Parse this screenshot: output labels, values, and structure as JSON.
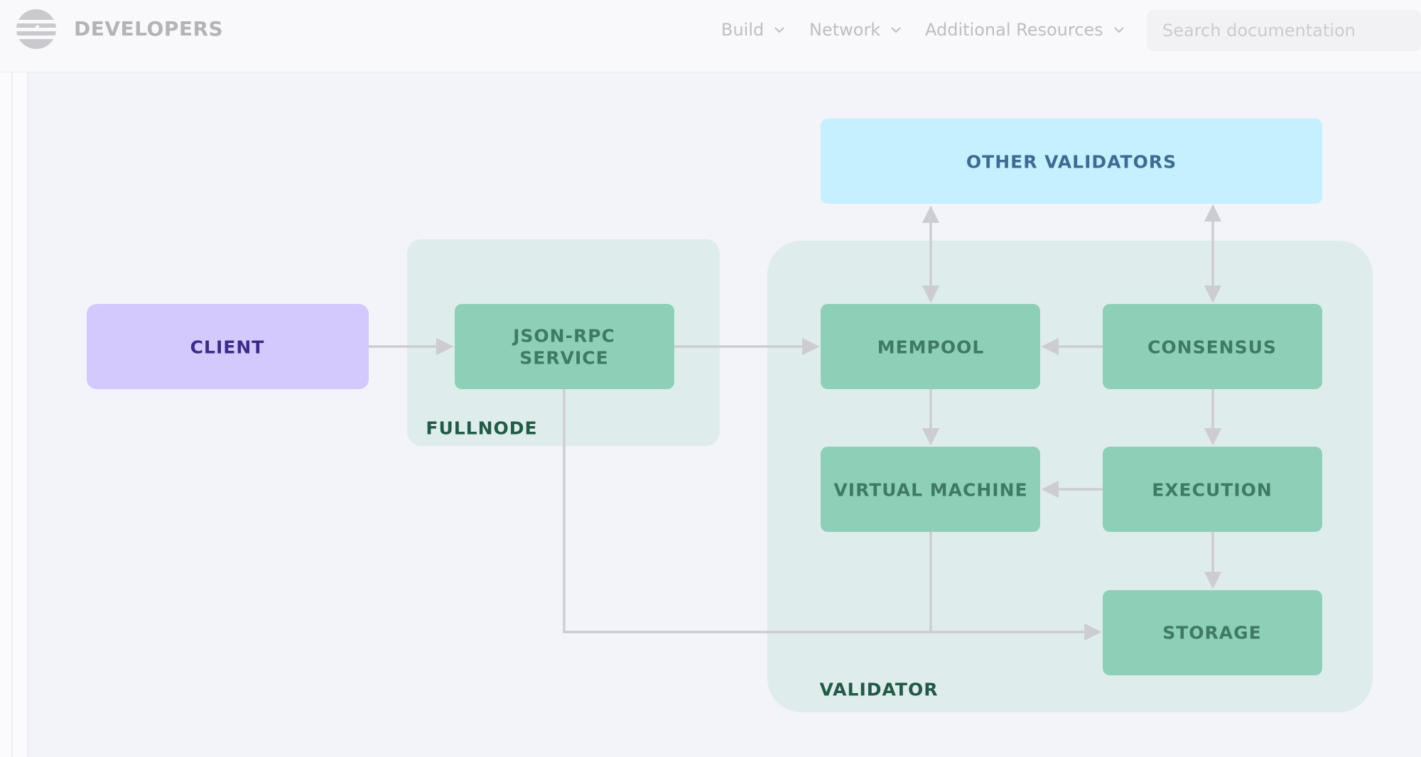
{
  "header": {
    "brand": "DEVELOPERS",
    "nav": [
      {
        "label": "Build"
      },
      {
        "label": "Network"
      },
      {
        "label": "Additional Resources"
      }
    ],
    "search": {
      "placeholder": "Search documentation"
    }
  },
  "diagram": {
    "groups": {
      "fullnode": "FULLNODE",
      "validator": "VALIDATOR"
    },
    "nodes": {
      "client": "CLIENT",
      "json_rpc_line1": "JSON-RPC",
      "json_rpc_line2": "SERVICE",
      "mempool": "MEMPOOL",
      "consensus": "CONSENSUS",
      "virtual_machine": "VIRTUAL MACHINE",
      "execution": "EXECUTION",
      "storage": "STORAGE",
      "other_validators": "OTHER VALIDATORS"
    },
    "colors": {
      "client_fill": "#d4c9fd",
      "client_text": "#3b2b8a",
      "node_fill": "#8ed0b7",
      "node_text": "#3f7a64",
      "group_fill": "#dfecec",
      "group_text": "#215a45",
      "other_fill": "#c5f0ff",
      "other_text": "#3d6b92",
      "arrow": "#cdcdd1"
    }
  }
}
